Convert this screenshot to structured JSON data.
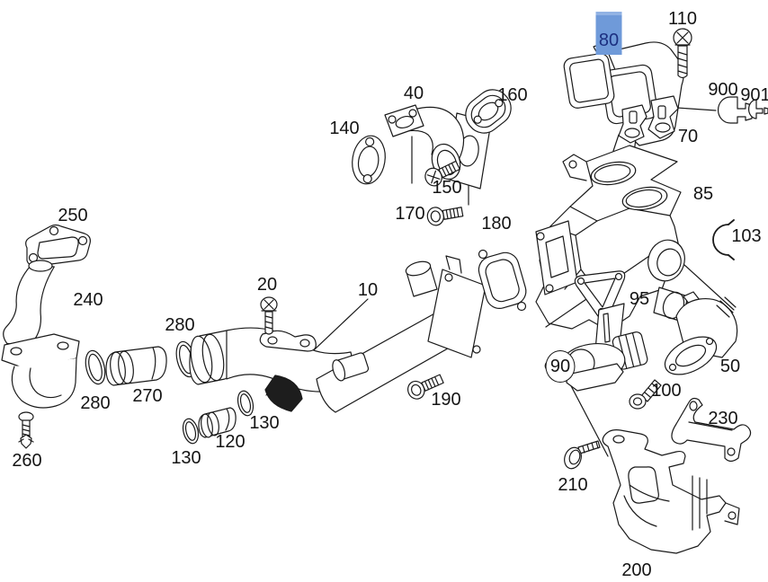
{
  "diagram": {
    "kind": "exploded-parts-diagram",
    "background_color": "#ffffff",
    "line_color": "#1a1a1a",
    "selected_callout": "80",
    "highlight_box_color": "#6f9ad9",
    "highlight_text_color": "#1c2f80"
  },
  "callouts": [
    {
      "part": "80",
      "text": "80",
      "selected": true
    },
    {
      "part": "110",
      "text": "110",
      "selected": false
    },
    {
      "part": "900",
      "text": "900",
      "selected": false
    },
    {
      "part": "901",
      "text": "901",
      "selected": false
    },
    {
      "part": "70",
      "text": "70",
      "selected": false
    },
    {
      "part": "40",
      "text": "40",
      "selected": false
    },
    {
      "part": "160",
      "text": "160",
      "selected": false
    },
    {
      "part": "140",
      "text": "140",
      "selected": false
    },
    {
      "part": "150",
      "text": "150",
      "selected": false
    },
    {
      "part": "170",
      "text": "170",
      "selected": false
    },
    {
      "part": "85",
      "text": "85",
      "selected": false
    },
    {
      "part": "103",
      "text": "103",
      "selected": false
    },
    {
      "part": "180",
      "text": "180",
      "selected": false
    },
    {
      "part": "250",
      "text": "250",
      "selected": false
    },
    {
      "part": "240",
      "text": "240",
      "selected": false
    },
    {
      "part": "20",
      "text": "20",
      "selected": false
    },
    {
      "part": "10",
      "text": "10",
      "selected": false
    },
    {
      "part": "280",
      "text": "280",
      "selected": false
    },
    {
      "part": "280",
      "text": "280",
      "selected": false
    },
    {
      "part": "270",
      "text": "270",
      "selected": false
    },
    {
      "part": "95",
      "text": "95",
      "selected": false
    },
    {
      "part": "50",
      "text": "50",
      "selected": false
    },
    {
      "part": "90",
      "text": "90",
      "selected": false,
      "circled": true
    },
    {
      "part": "100",
      "text": "100",
      "selected": false
    },
    {
      "part": "190",
      "text": "190",
      "selected": false
    },
    {
      "part": "130",
      "text": "130",
      "selected": false
    },
    {
      "part": "120",
      "text": "120",
      "selected": false
    },
    {
      "part": "130",
      "text": "130",
      "selected": false
    },
    {
      "part": "260",
      "text": "260",
      "selected": false
    },
    {
      "part": "230",
      "text": "230",
      "selected": false
    },
    {
      "part": "210",
      "text": "210",
      "selected": false
    },
    {
      "part": "200",
      "text": "200",
      "selected": false
    }
  ]
}
